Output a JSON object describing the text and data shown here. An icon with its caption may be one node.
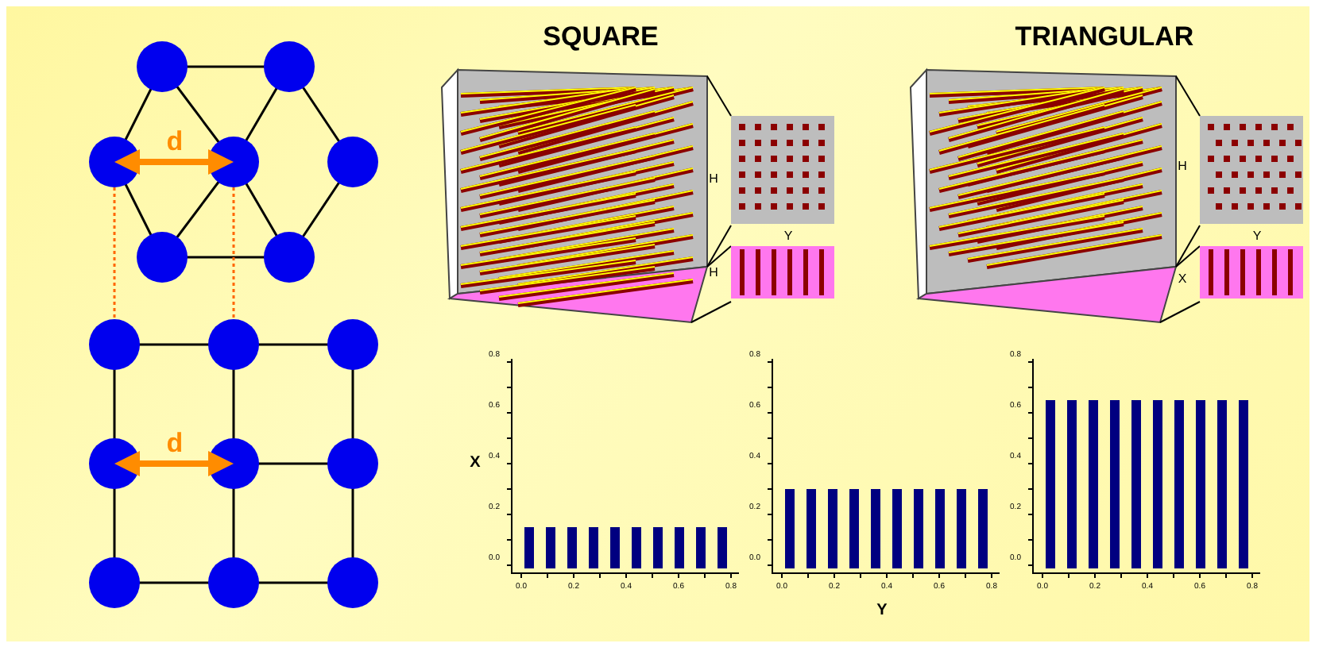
{
  "diagram": {
    "labels": [
      "SQUARE",
      "TRIANGULAR",
      "d",
      "H",
      "Y",
      "H",
      "H",
      "Y",
      "X",
      "d",
      "X",
      "Y",
      "0.8",
      "0.6",
      "0.4",
      "0.2",
      "0.0",
      "0.0",
      "0.2",
      "0.4",
      "0.6",
      "0.8",
      "0.8",
      "0.6",
      "0.4",
      "0.2",
      "0.0",
      "0.0",
      "0.2",
      "0.4",
      "0.6",
      "0.8",
      "0.8",
      "0.6",
      "0.4",
      "0.2",
      "0.0",
      "0.0",
      "0.2",
      "0.4",
      "0.6",
      "0.8"
    ]
  }
}
